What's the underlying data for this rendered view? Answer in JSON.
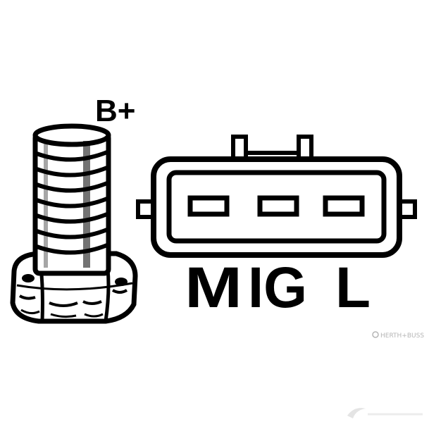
{
  "terminal": {
    "label": "B+"
  },
  "connector": {
    "pins": [
      "M",
      "IG",
      "L"
    ],
    "label_text": "M IG L"
  },
  "watermark": {
    "brand": "HERTH+BUSS"
  },
  "colors": {
    "ink": "#000000",
    "paper": "#ffffff",
    "watermark": "#b5b5b5"
  },
  "icons": {
    "stud": "threaded-stud-icon",
    "connector": "plug-connector-icon",
    "brand_mark": "herth-buss-logo-icon"
  }
}
